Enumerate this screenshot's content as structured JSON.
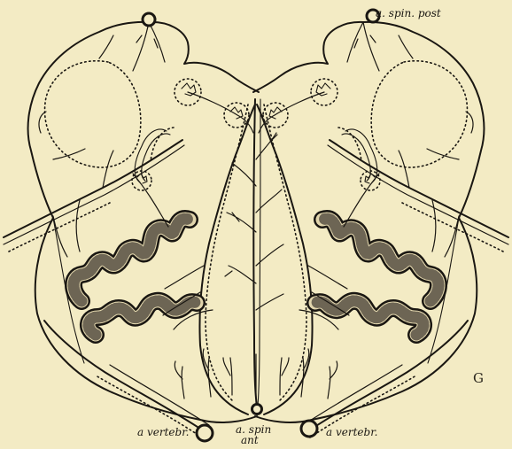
{
  "labels": {
    "posterior_spinal_artery": "a. spin. post",
    "vertebral_artery_left": "a vertebr.",
    "vertebral_artery_right": "a vertebr.",
    "anterior_spinal_artery_line1": "a. spin",
    "anterior_spinal_artery_line2": "ant"
  },
  "signature": "G"
}
